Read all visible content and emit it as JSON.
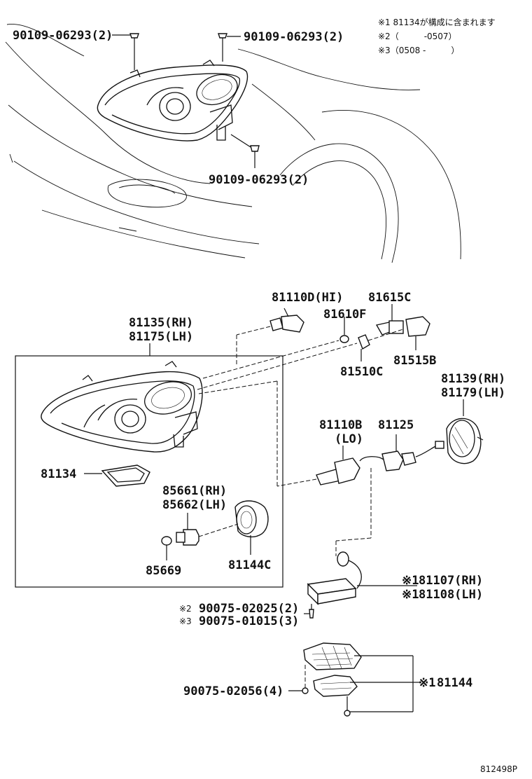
{
  "notes": [
    "※1 81134が構成に含まれます",
    "※2（　　　-0507）",
    "※3（0508 -　　　）"
  ],
  "labels": {
    "bolt_tl": "90109-06293(2)",
    "bolt_tr": "90109-06293(2)",
    "bolt_bottom": "90109-06293(2)",
    "bulb_hi": "81110D(HI)",
    "p81615c": "81615C",
    "p81610f": "81610F",
    "p81510c": "81510C",
    "p81515b": "81515B",
    "head_rh": "81135(RH)",
    "head_lh": "81175(LH)",
    "cover_rh": "81139(RH)",
    "cover_lh": "81179(LH)",
    "bulb_lo_num": "81110B",
    "bulb_lo_sub": "(LO)",
    "p81125": "81125",
    "gasket": "81134",
    "socket_rh": "85661(RH)",
    "socket_lh": "85662(LH)",
    "p85669": "85669",
    "p81144c": "81144C",
    "ballast_rh": "81107(RH)",
    "ballast_lh": "81108(LH)",
    "mark_rh": "※1",
    "mark_lh": "※1",
    "screw2": "90075-02025(2)",
    "screw3": "90075-01015(3)",
    "mark2": "※2",
    "mark3": "※3",
    "screw4": "90075-02056(4)",
    "p81144": "81144",
    "mark_81144": "※1",
    "figure_id": "812498P"
  }
}
